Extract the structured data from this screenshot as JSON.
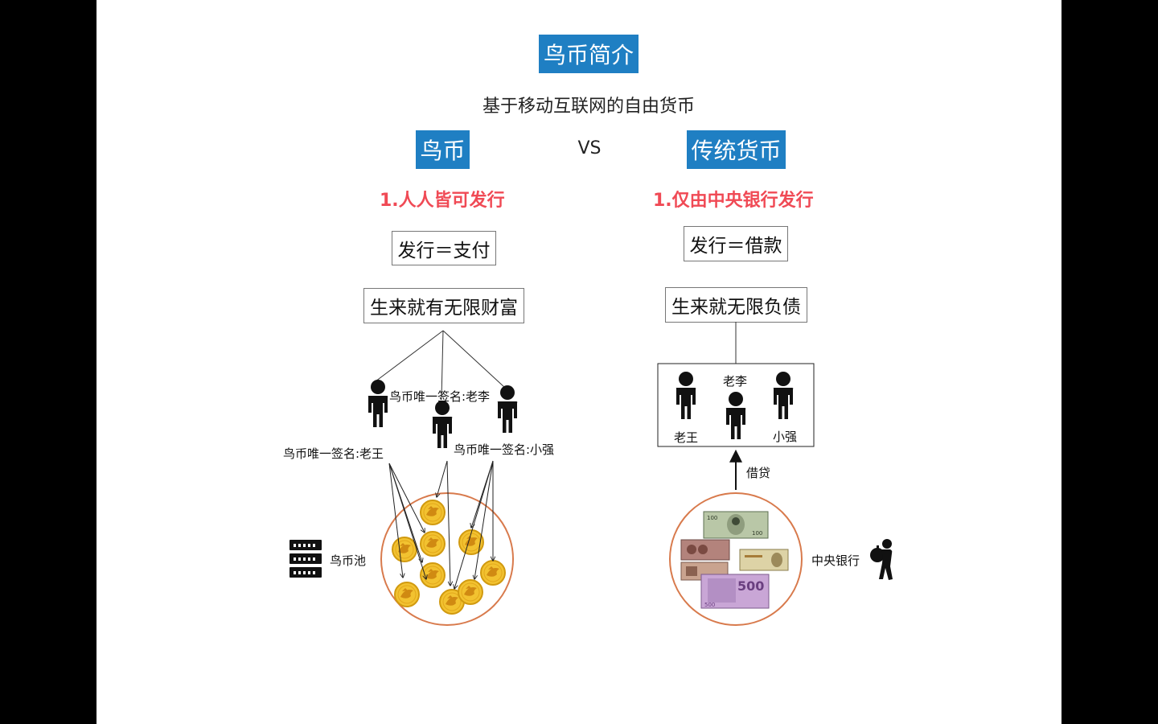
{
  "page": {
    "title": "鸟币简介",
    "subtitle": "基于移动互联网的自由货币",
    "vs": "VS",
    "accent_color": "#1f7fc3",
    "highlight_color": "#f04a55",
    "circle_color": "#d87a4c",
    "coin_color": "#f2c230"
  },
  "left": {
    "label": "鸟币",
    "point": "1.人人皆可发行",
    "equation": "发行＝支付",
    "wealth": "生来就有无限财富",
    "people": [
      {
        "name": "鸟币唯一签名:老王"
      },
      {
        "name": "鸟币唯一签名:老李"
      },
      {
        "name": "鸟币唯一签名:小强"
      }
    ],
    "pool_label": "鸟币池",
    "pool_icon": "server-rack-icon",
    "coin_icon": "bird-coin-icon"
  },
  "right": {
    "label": "传统货币",
    "point": "1.仅由中央银行发行",
    "equation": "发行＝借款",
    "debt": "生来就无限负债",
    "people": [
      {
        "name": "老王"
      },
      {
        "name": "老李"
      },
      {
        "name": "小强"
      }
    ],
    "loan_label": "借贷",
    "bank_label": "中央银行",
    "bank_icon": "thief-with-bag-icon",
    "notes": [
      {
        "label": "100",
        "icon": "us-dollar-note-icon"
      },
      {
        "label": "",
        "icon": "rmb-note-icon"
      },
      {
        "label": "",
        "icon": "yen-note-icon"
      },
      {
        "label": "",
        "icon": "rmb-note-icon"
      },
      {
        "label": "500",
        "icon": "euro-note-icon"
      }
    ]
  }
}
